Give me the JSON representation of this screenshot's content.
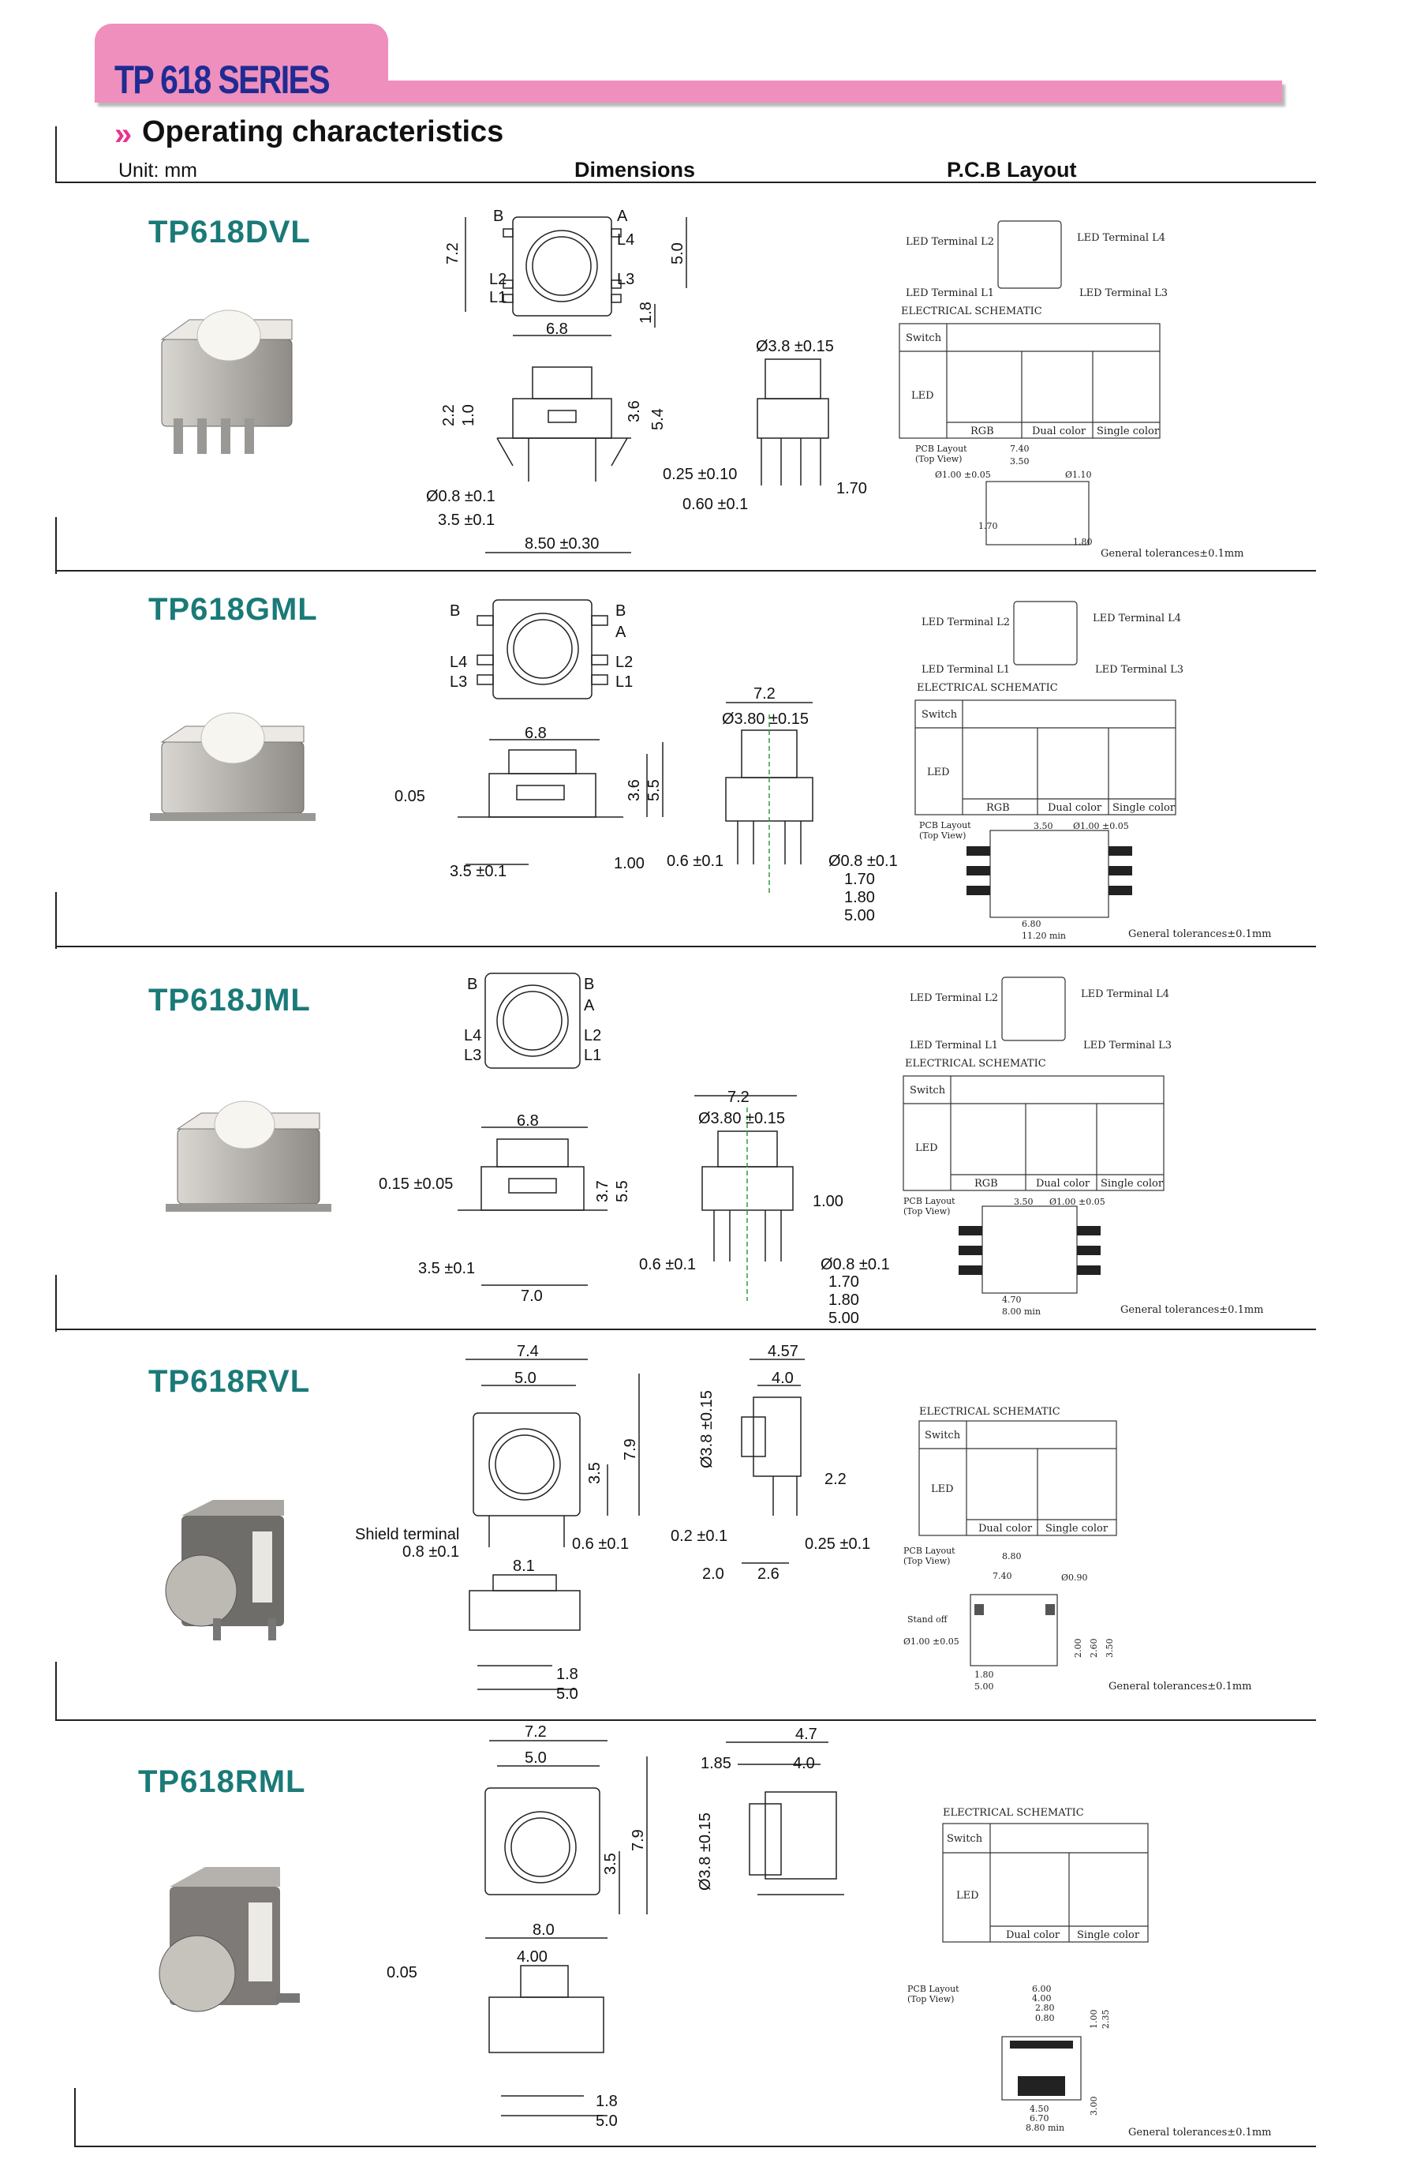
{
  "header": {
    "series_title": "TP 618 SERIES",
    "section_title": "Operating characteristics",
    "unit": "Unit: mm",
    "col_dimensions": "Dimensions",
    "col_pcb": "P.C.B Layout"
  },
  "colors": {
    "accent_pink": "#ef8fbd",
    "title_blue": "#1f2b93",
    "model_teal": "#1a7a78",
    "chevron": "#e8338f"
  },
  "products": [
    {
      "model": "TP618DVL",
      "tolerance": "General tolerances±0.1mm",
      "dims": [
        "7.2",
        "5.0",
        "1.8",
        "6.8",
        "2.2",
        "1.0",
        "3.6",
        "5.4",
        "Ø0.8 ±0.1",
        "3.5 ±0.1",
        "8.50 ±0.30",
        "0.25 ±0.10",
        "0.60 ±0.1",
        "Ø3.8 ±0.15",
        "1.70",
        "B",
        "B",
        "A",
        "L4",
        "L2",
        "L3",
        "L1"
      ],
      "pcb": {
        "led_l2": "LED Terminal L2",
        "led_l4": "LED Terminal L4",
        "led_l1": "LED Terminal L1",
        "led_l3": "LED Terminal L3",
        "schematic": "ELECTRICAL SCHEMATIC",
        "switch": "Switch",
        "led": "LED",
        "rgb": "RGB",
        "dual": "Dual color",
        "single": "Single color",
        "pcb_layout": "PCB Layout",
        "top_view": "(Top View)",
        "d1": "7.40",
        "d2": "3.50",
        "d3": "Ø1.00 ±0.05",
        "d4": "Ø1.10",
        "d5": "1.70",
        "d6": "1.80"
      }
    },
    {
      "model": "TP618GML",
      "tolerance": "General tolerances±0.1mm",
      "dims": [
        "6.8",
        "0.05",
        "3.6",
        "5.5",
        "3.5 ±0.1",
        "1.00",
        "7.2",
        "Ø3.80 ±0.15",
        "0.6 ±0.1",
        "Ø0.8 ±0.1",
        "1.70",
        "1.80",
        "5.00"
      ],
      "pcb": {
        "led_l2": "LED Terminal L2",
        "led_l4": "LED Terminal L4",
        "led_l1": "LED Terminal L1",
        "led_l3": "LED Terminal L3",
        "schematic": "ELECTRICAL SCHEMATIC",
        "switch": "Switch",
        "led": "LED",
        "rgb": "RGB",
        "dual": "Dual color",
        "single": "Single color",
        "pcb_layout": "PCB Layout",
        "top_view": "(Top View)",
        "d1": "3.50",
        "d2": "Ø1.00 ±0.05",
        "d3": "6.80",
        "d4": "11.20 min"
      }
    },
    {
      "model": "TP618JML",
      "tolerance": "General tolerances±0.1mm",
      "dims": [
        "6.8",
        "0.15 ±0.05",
        "3.7",
        "5.5",
        "3.5 ±0.1",
        "7.0",
        "7.2",
        "Ø3.80 ±0.15",
        "1.00",
        "0.6 ±0.1",
        "Ø0.8 ±0.1",
        "1.70",
        "1.80",
        "5.00"
      ],
      "pcb": {
        "led_l2": "LED Terminal L2",
        "led_l4": "LED Terminal L4",
        "led_l1": "LED Terminal L1",
        "led_l3": "LED Terminal L3",
        "schematic": "ELECTRICAL SCHEMATIC",
        "switch": "Switch",
        "led": "LED",
        "rgb": "RGB",
        "dual": "Dual color",
        "single": "Single color",
        "pcb_layout": "PCB Layout",
        "top_view": "(Top View)",
        "d1": "3.50",
        "d2": "Ø1.00 ±0.05",
        "d3": "4.70",
        "d4": "8.00 min"
      }
    },
    {
      "model": "TP618RVL",
      "tolerance": "General tolerances±0.1mm",
      "dims": [
        "7.4",
        "5.0",
        "3.5",
        "7.9",
        "Shield terminal",
        "0.8 ±0.1",
        "0.6 ±0.1",
        "8.1",
        "1.8",
        "5.0",
        "4.57",
        "4.0",
        "Ø3.8 ±0.15",
        "2.2",
        "0.2 ±0.1",
        "0.25 ±0.1",
        "2.0",
        "2.6"
      ],
      "pcb": {
        "schematic": "ELECTRICAL SCHEMATIC",
        "switch": "Switch",
        "led": "LED",
        "dual": "Dual color",
        "single": "Single color",
        "pcb_layout": "PCB Layout",
        "top_view": "(Top View)",
        "d1": "8.80",
        "d2": "7.40",
        "d3": "Ø0.90",
        "stand_off": "Stand off",
        "d4": "Ø1.00 ±0.05",
        "d5": "1.80",
        "d6": "5.00",
        "d7": "2.00",
        "d8": "2.60",
        "d9": "3.50"
      }
    },
    {
      "model": "TP618RML",
      "tolerance": "General tolerances±0.1mm",
      "dims": [
        "7.2",
        "5.0",
        "3.5",
        "7.9",
        "8.0",
        "0.05",
        "4.00",
        "1.8",
        "5.0",
        "4.7",
        "1.85",
        "4.0",
        "Ø3.8 ±0.15"
      ],
      "pcb": {
        "schematic": "ELECTRICAL SCHEMATIC",
        "switch": "Switch",
        "led": "LED",
        "dual": "Dual color",
        "single": "Single color",
        "pcb_layout": "PCB Layout",
        "top_view": "(Top View)",
        "d1": "6.00",
        "d2": "4.00",
        "d3": "2.80",
        "d4": "0.80",
        "d5": "4.50",
        "d6": "6.70",
        "d7": "8.80 min",
        "d8": "1.00",
        "d9": "2.35",
        "d10": "3.00"
      }
    }
  ]
}
